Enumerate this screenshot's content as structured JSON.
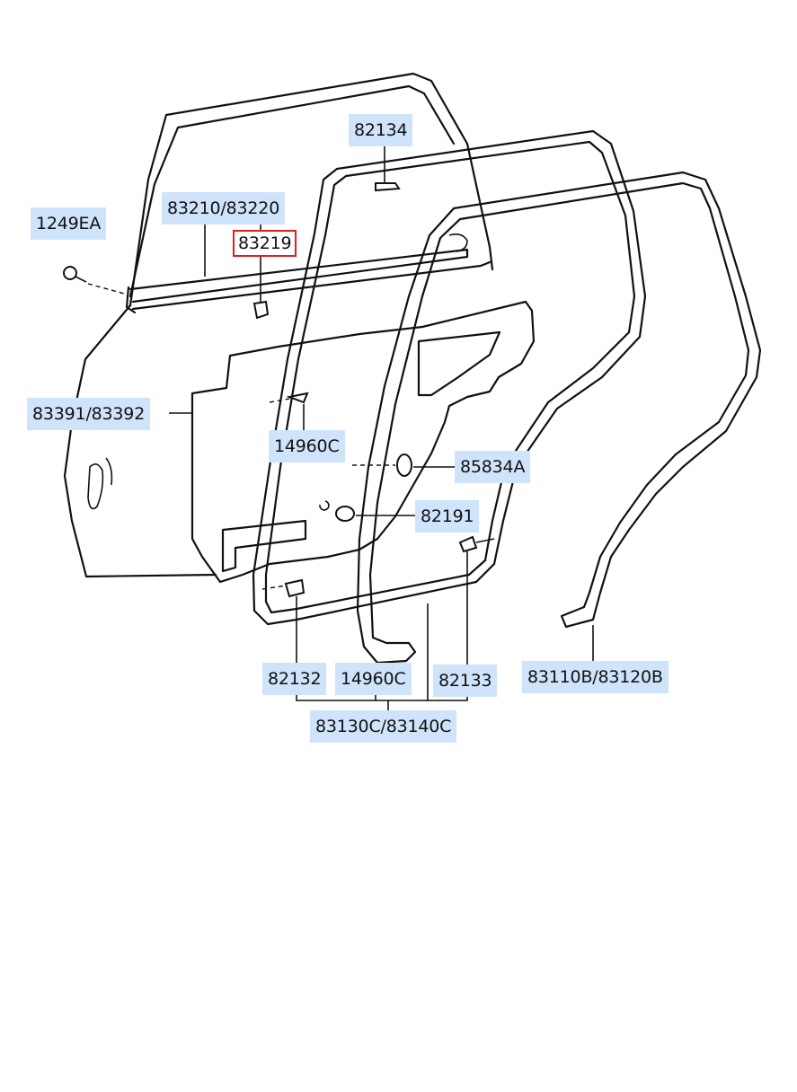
{
  "diagram": {
    "labels": {
      "p82134": "82134",
      "p83210": "83210/83220",
      "p83219": "83219",
      "p1249ea": "1249EA",
      "p83391": "83391/83392",
      "p14960c_a": "14960C",
      "p85834a": "85834A",
      "p82191": "82191",
      "p82132": "82132",
      "p14960c_b": "14960C",
      "p82133": "82133",
      "p83110b": "83110B/83120B",
      "p83130c": "83130C/83140C"
    },
    "highlighted_part": "83219",
    "colors": {
      "label_background": "#cfe4fb",
      "highlight_border": "#e02020",
      "line": "#111111"
    }
  }
}
